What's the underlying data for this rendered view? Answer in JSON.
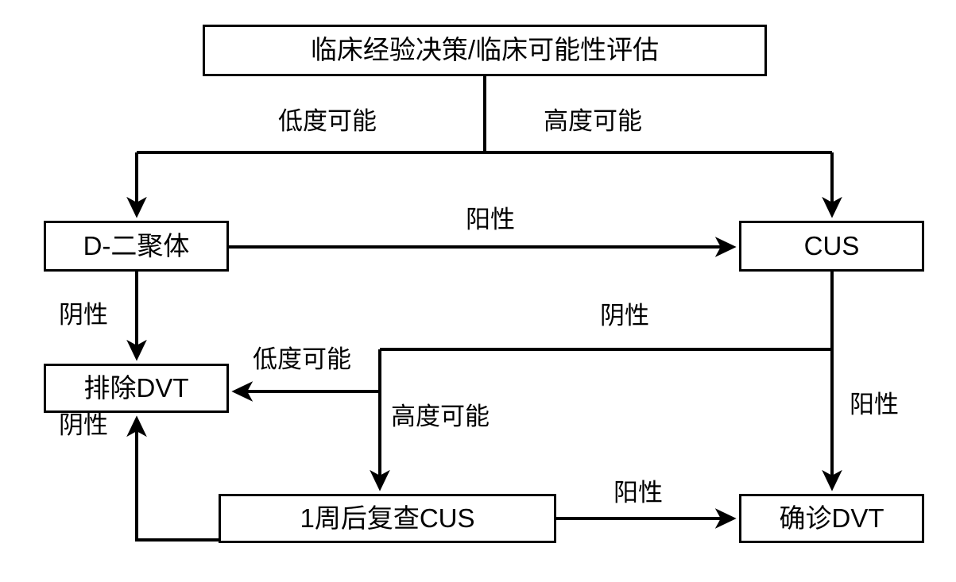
{
  "diagram": {
    "title_text": "临床经验决策/临床可能性评估",
    "stroke_color": "#000000",
    "background_color": "#ffffff",
    "text_color": "#000000",
    "nodes": [
      {
        "id": "clinical",
        "label": "临床经验决策/临床可能性评估"
      },
      {
        "id": "ddimer",
        "label": "D-二聚体"
      },
      {
        "id": "cus",
        "label": "CUS"
      },
      {
        "id": "exclude",
        "label": "排除DVT"
      },
      {
        "id": "repeat",
        "label": "1周后复查CUS"
      },
      {
        "id": "confirm",
        "label": "确诊DVT"
      }
    ],
    "edge_labels": [
      {
        "id": "low-prob-top",
        "text": "低度可能",
        "from": "clinical",
        "to": "ddimer"
      },
      {
        "id": "high-prob-top",
        "text": "高度可能",
        "from": "clinical",
        "to": "cus"
      },
      {
        "id": "ddimer-pos",
        "text": "阳性",
        "from": "ddimer",
        "to": "cus"
      },
      {
        "id": "ddimer-neg",
        "text": "阴性",
        "from": "ddimer",
        "to": "exclude"
      },
      {
        "id": "cus-neg",
        "text": "阴性",
        "from": "cus",
        "to": "branch"
      },
      {
        "id": "cus-pos",
        "text": "阳性",
        "from": "cus",
        "to": "confirm"
      },
      {
        "id": "low-prob-mid",
        "text": "低度可能",
        "from": "branch",
        "to": "exclude"
      },
      {
        "id": "high-prob-mid",
        "text": "高度可能",
        "from": "branch",
        "to": "repeat"
      },
      {
        "id": "repeat-neg",
        "text": "阴性",
        "from": "repeat",
        "to": "exclude"
      },
      {
        "id": "repeat-pos",
        "text": "阳性",
        "from": "repeat",
        "to": "confirm"
      }
    ]
  }
}
